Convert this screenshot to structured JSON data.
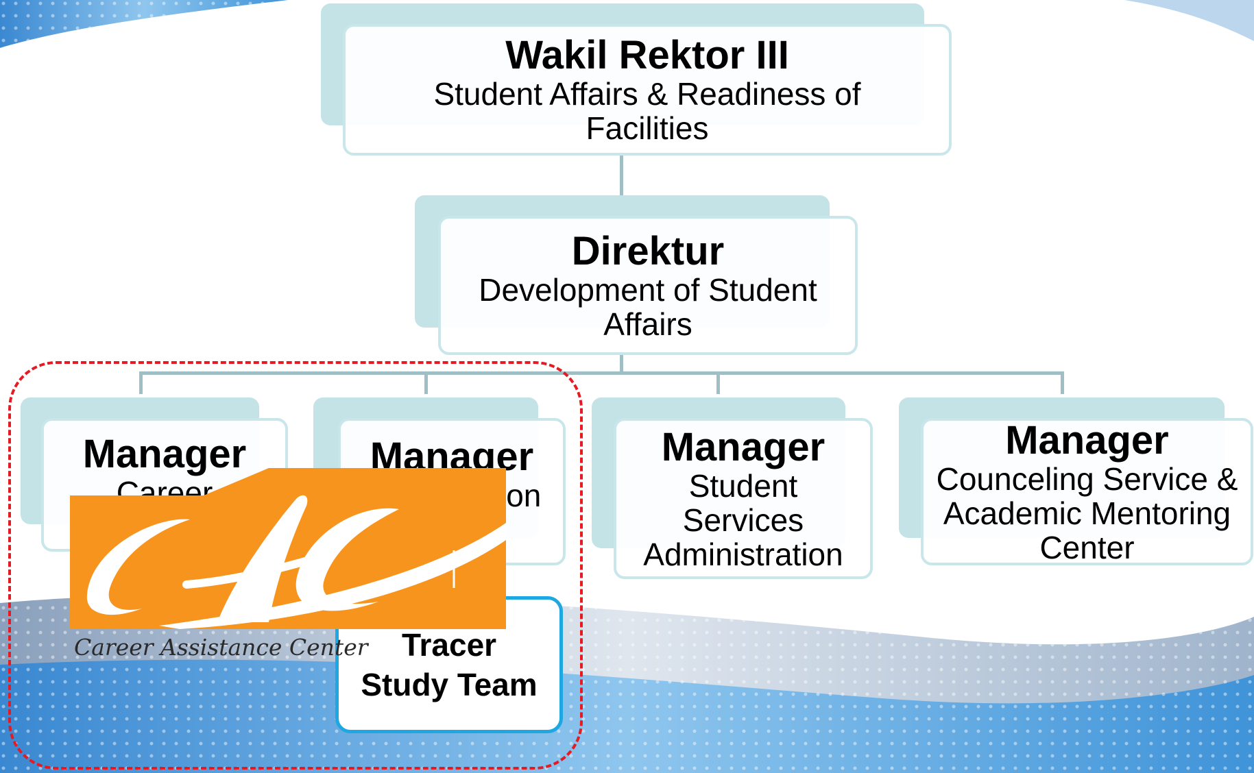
{
  "chart": {
    "rektor": {
      "title": "Wakil Rektor III",
      "subtitle": "Student Affairs & Readiness of Facilities"
    },
    "direktur": {
      "title": "Direktur",
      "subtitle": "Development of Student Affairs"
    },
    "managers": [
      {
        "title": "Manager",
        "subtitle": "Career Development"
      },
      {
        "title": "Manager",
        "subtitle": "Organization"
      },
      {
        "title": "Manager",
        "subtitle": "Student Services Administration"
      },
      {
        "title": "Manager",
        "subtitle": "Counceling Service & Academic Mentoring Center"
      }
    ],
    "tracer": {
      "line1": "Tracer",
      "line2": "Study Team"
    }
  },
  "logo": {
    "letters": "CAC",
    "text": "Career Assistance Center",
    "color": "#f7941d"
  },
  "colors": {
    "box_border": "#c9e6ea",
    "box_shadow": "#c4e3e6",
    "connector": "#9fbfc4",
    "dash": "#e41b23",
    "tracer_border": "#1ea7e1",
    "background_swoosh": "#3e8fd3"
  }
}
